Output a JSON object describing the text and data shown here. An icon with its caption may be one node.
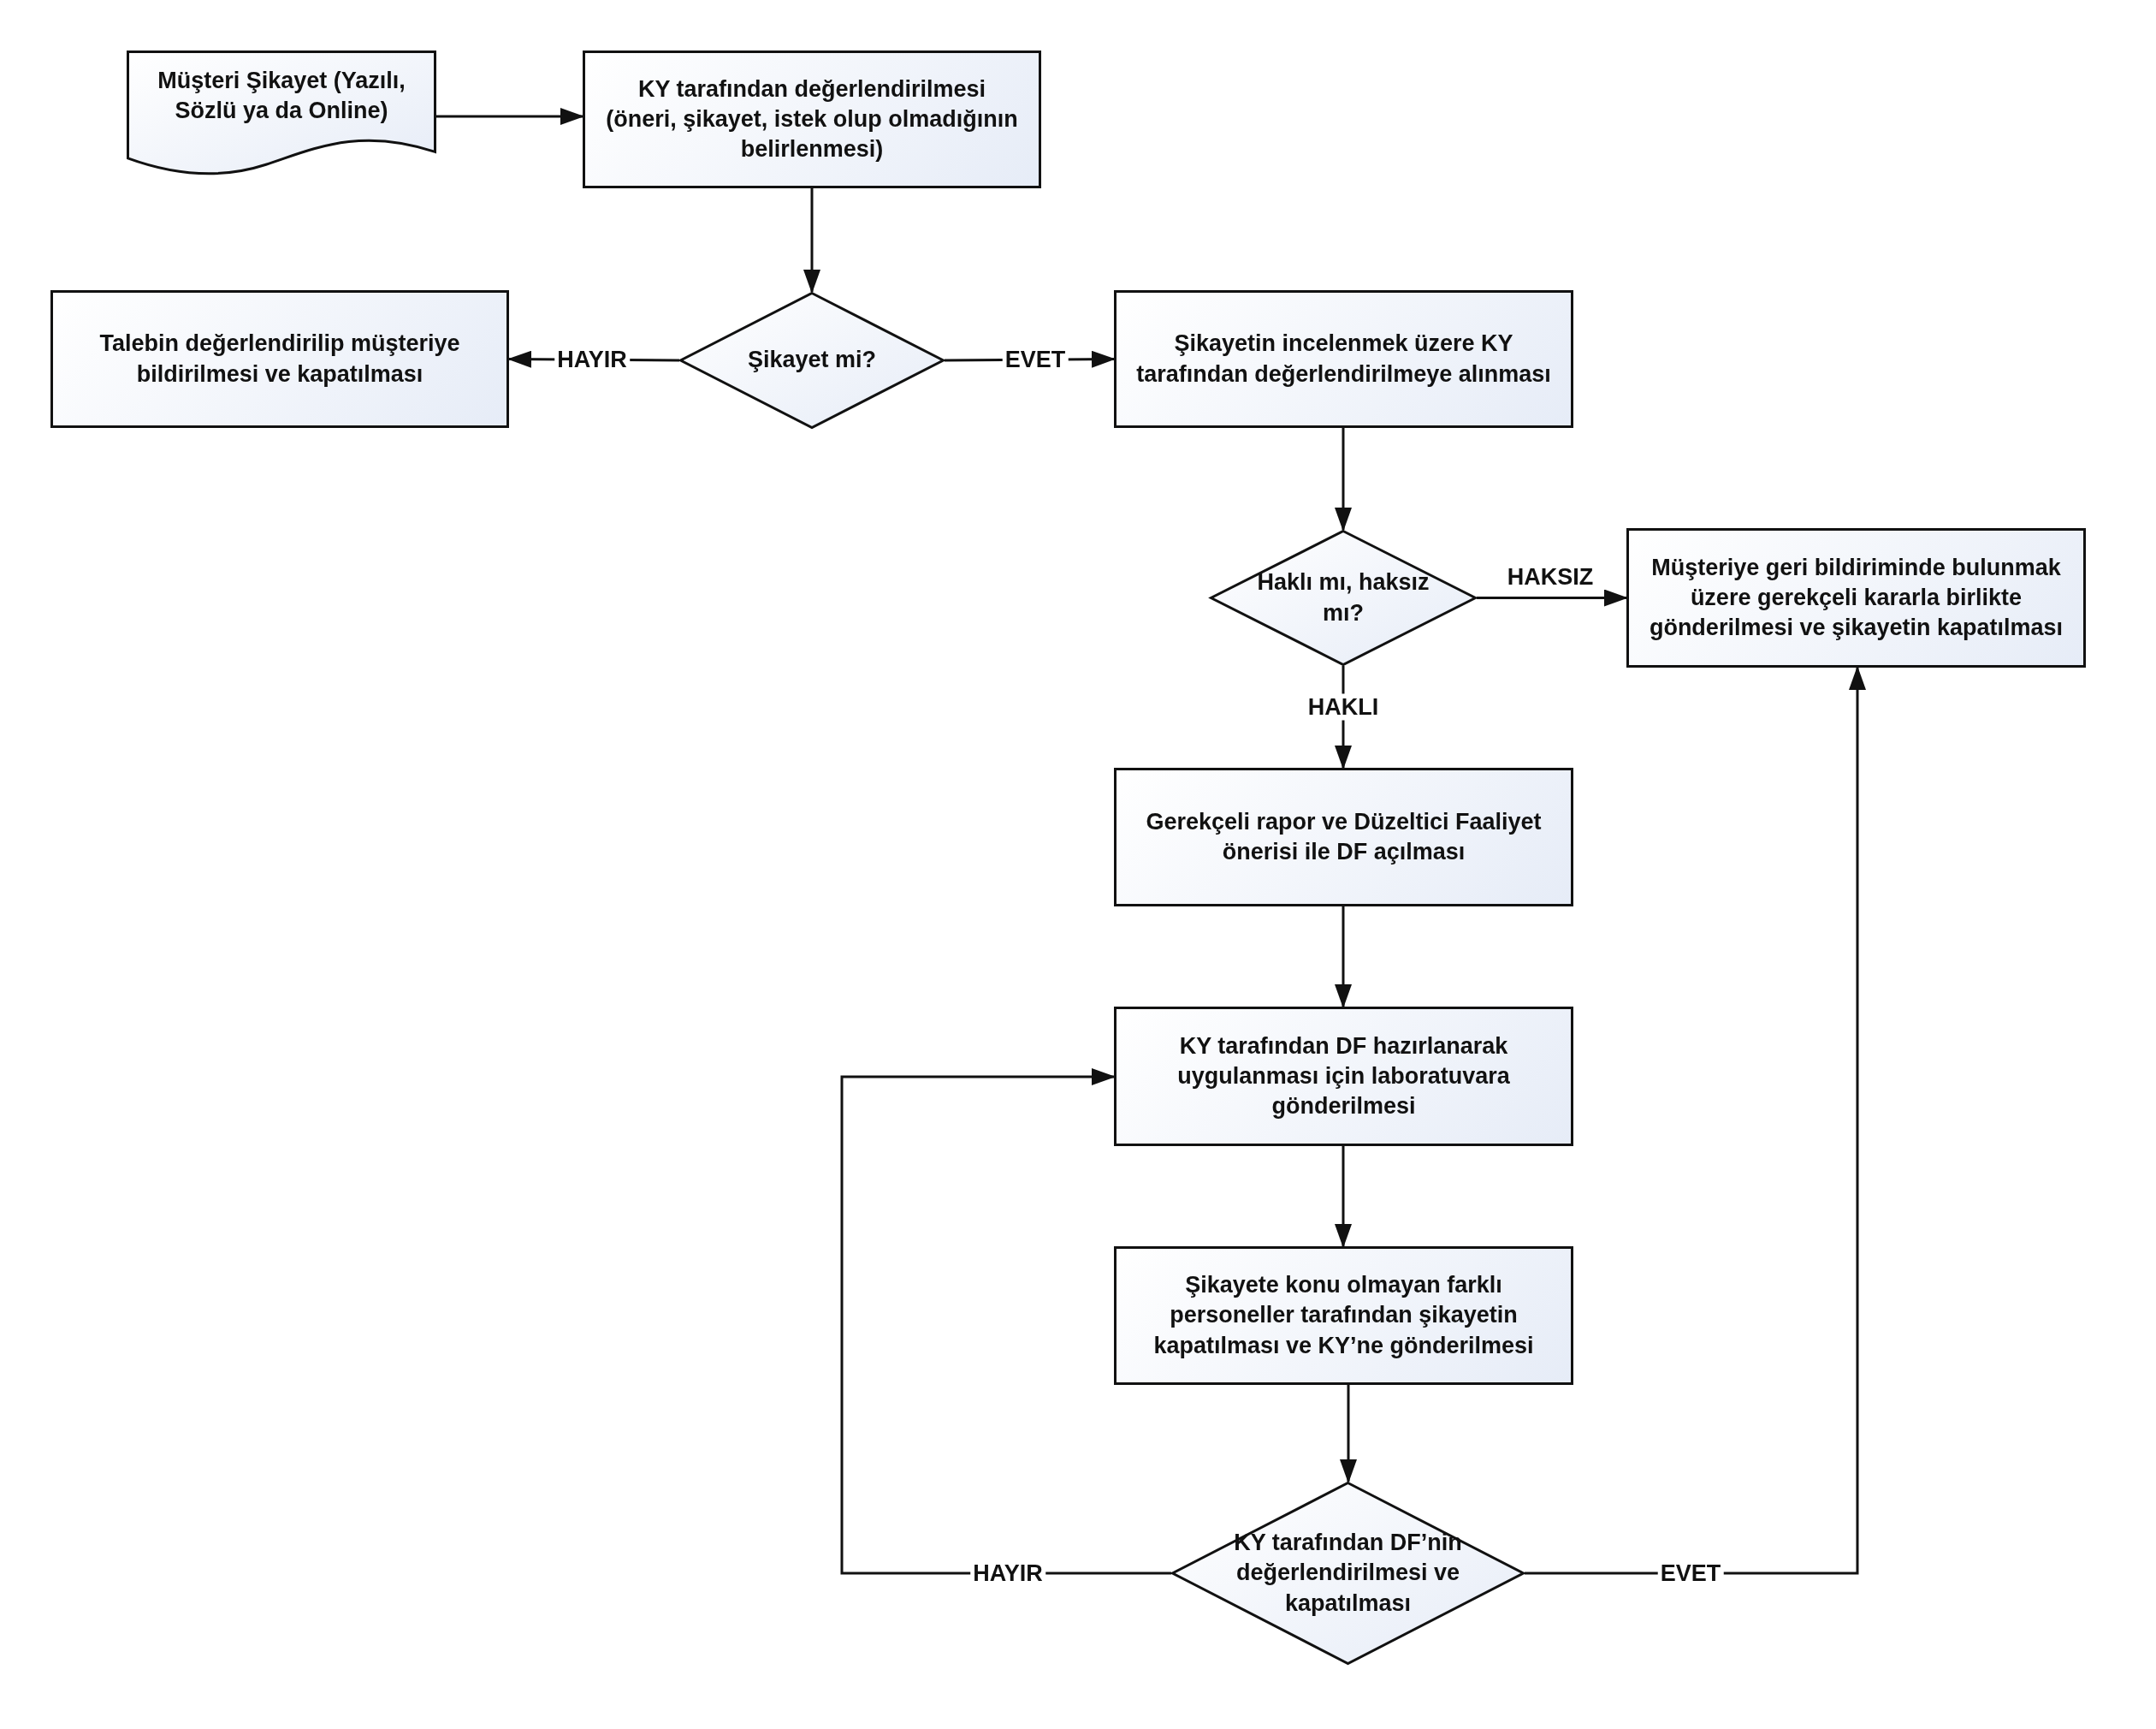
{
  "diagram": {
    "nodes": [
      {
        "text": [
          "Müşteri Şikayet (Yazılı, Sözlü ya da Online)"
        ]
      },
      {
        "text": [
          "KY tarafından değerlendirilmesi (öneri, şikayet, istek olup olmadığının belirlenmesi)"
        ]
      },
      {
        "text": [
          "Şikayet mi?"
        ]
      },
      {
        "text": [
          "Talebin değerlendirilip müşteriye bildirilmesi ve kapatılması"
        ]
      },
      {
        "text": [
          "Şikayetin incelenmek üzere KY tarafından değerlendirilmeye alınması"
        ]
      },
      {
        "text": [
          "Haklı mı, haksız mı?"
        ]
      },
      {
        "text": [
          "Müşteriye geri bildiriminde bulunmak üzere gerekçeli kararla birlikte gönderilmesi ve şikayetin kapatılması"
        ]
      },
      {
        "text": [
          "Gerekçeli rapor ve Düzeltici Faaliyet önerisi ile DF açılması"
        ]
      },
      {
        "text": [
          "KY tarafından DF hazırlanarak uygulanması için laboratuvara gönderilmesi"
        ]
      },
      {
        "text": [
          "Şikayete konu olmayan farklı personeller tarafından şikayetin kapatılması ve KY’ne gönderilmesi"
        ]
      },
      {
        "text": [
          "KY tarafından DF’nin değerlendirilmesi ve kapatılması"
        ]
      }
    ],
    "edges": [
      {
        "from": 0,
        "to": 1,
        "arrow": "to"
      },
      {
        "from": 1,
        "to": 2,
        "arrow": "to"
      },
      {
        "from": 2,
        "to": 3,
        "arrow": "to",
        "label": "HAYIR"
      },
      {
        "from": 2,
        "to": 4,
        "arrow": "to",
        "label": "EVET"
      },
      {
        "from": 4,
        "to": 5,
        "arrow": "to"
      },
      {
        "from": 5,
        "to": 6,
        "arrow": "to",
        "label": "HAKSIZ"
      },
      {
        "from": 5,
        "to": 7,
        "arrow": "to",
        "label": "HAKLI"
      },
      {
        "from": 7,
        "to": 8,
        "arrow": "to"
      },
      {
        "from": 8,
        "to": 9,
        "arrow": "to"
      },
      {
        "from": 9,
        "to": 10,
        "arrow": "to"
      },
      {
        "from": 10,
        "to": 8,
        "arrow": "to",
        "label": "HAYIR"
      },
      {
        "from": 10,
        "to": 6,
        "arrow": "to",
        "label": "EVET"
      }
    ]
  }
}
